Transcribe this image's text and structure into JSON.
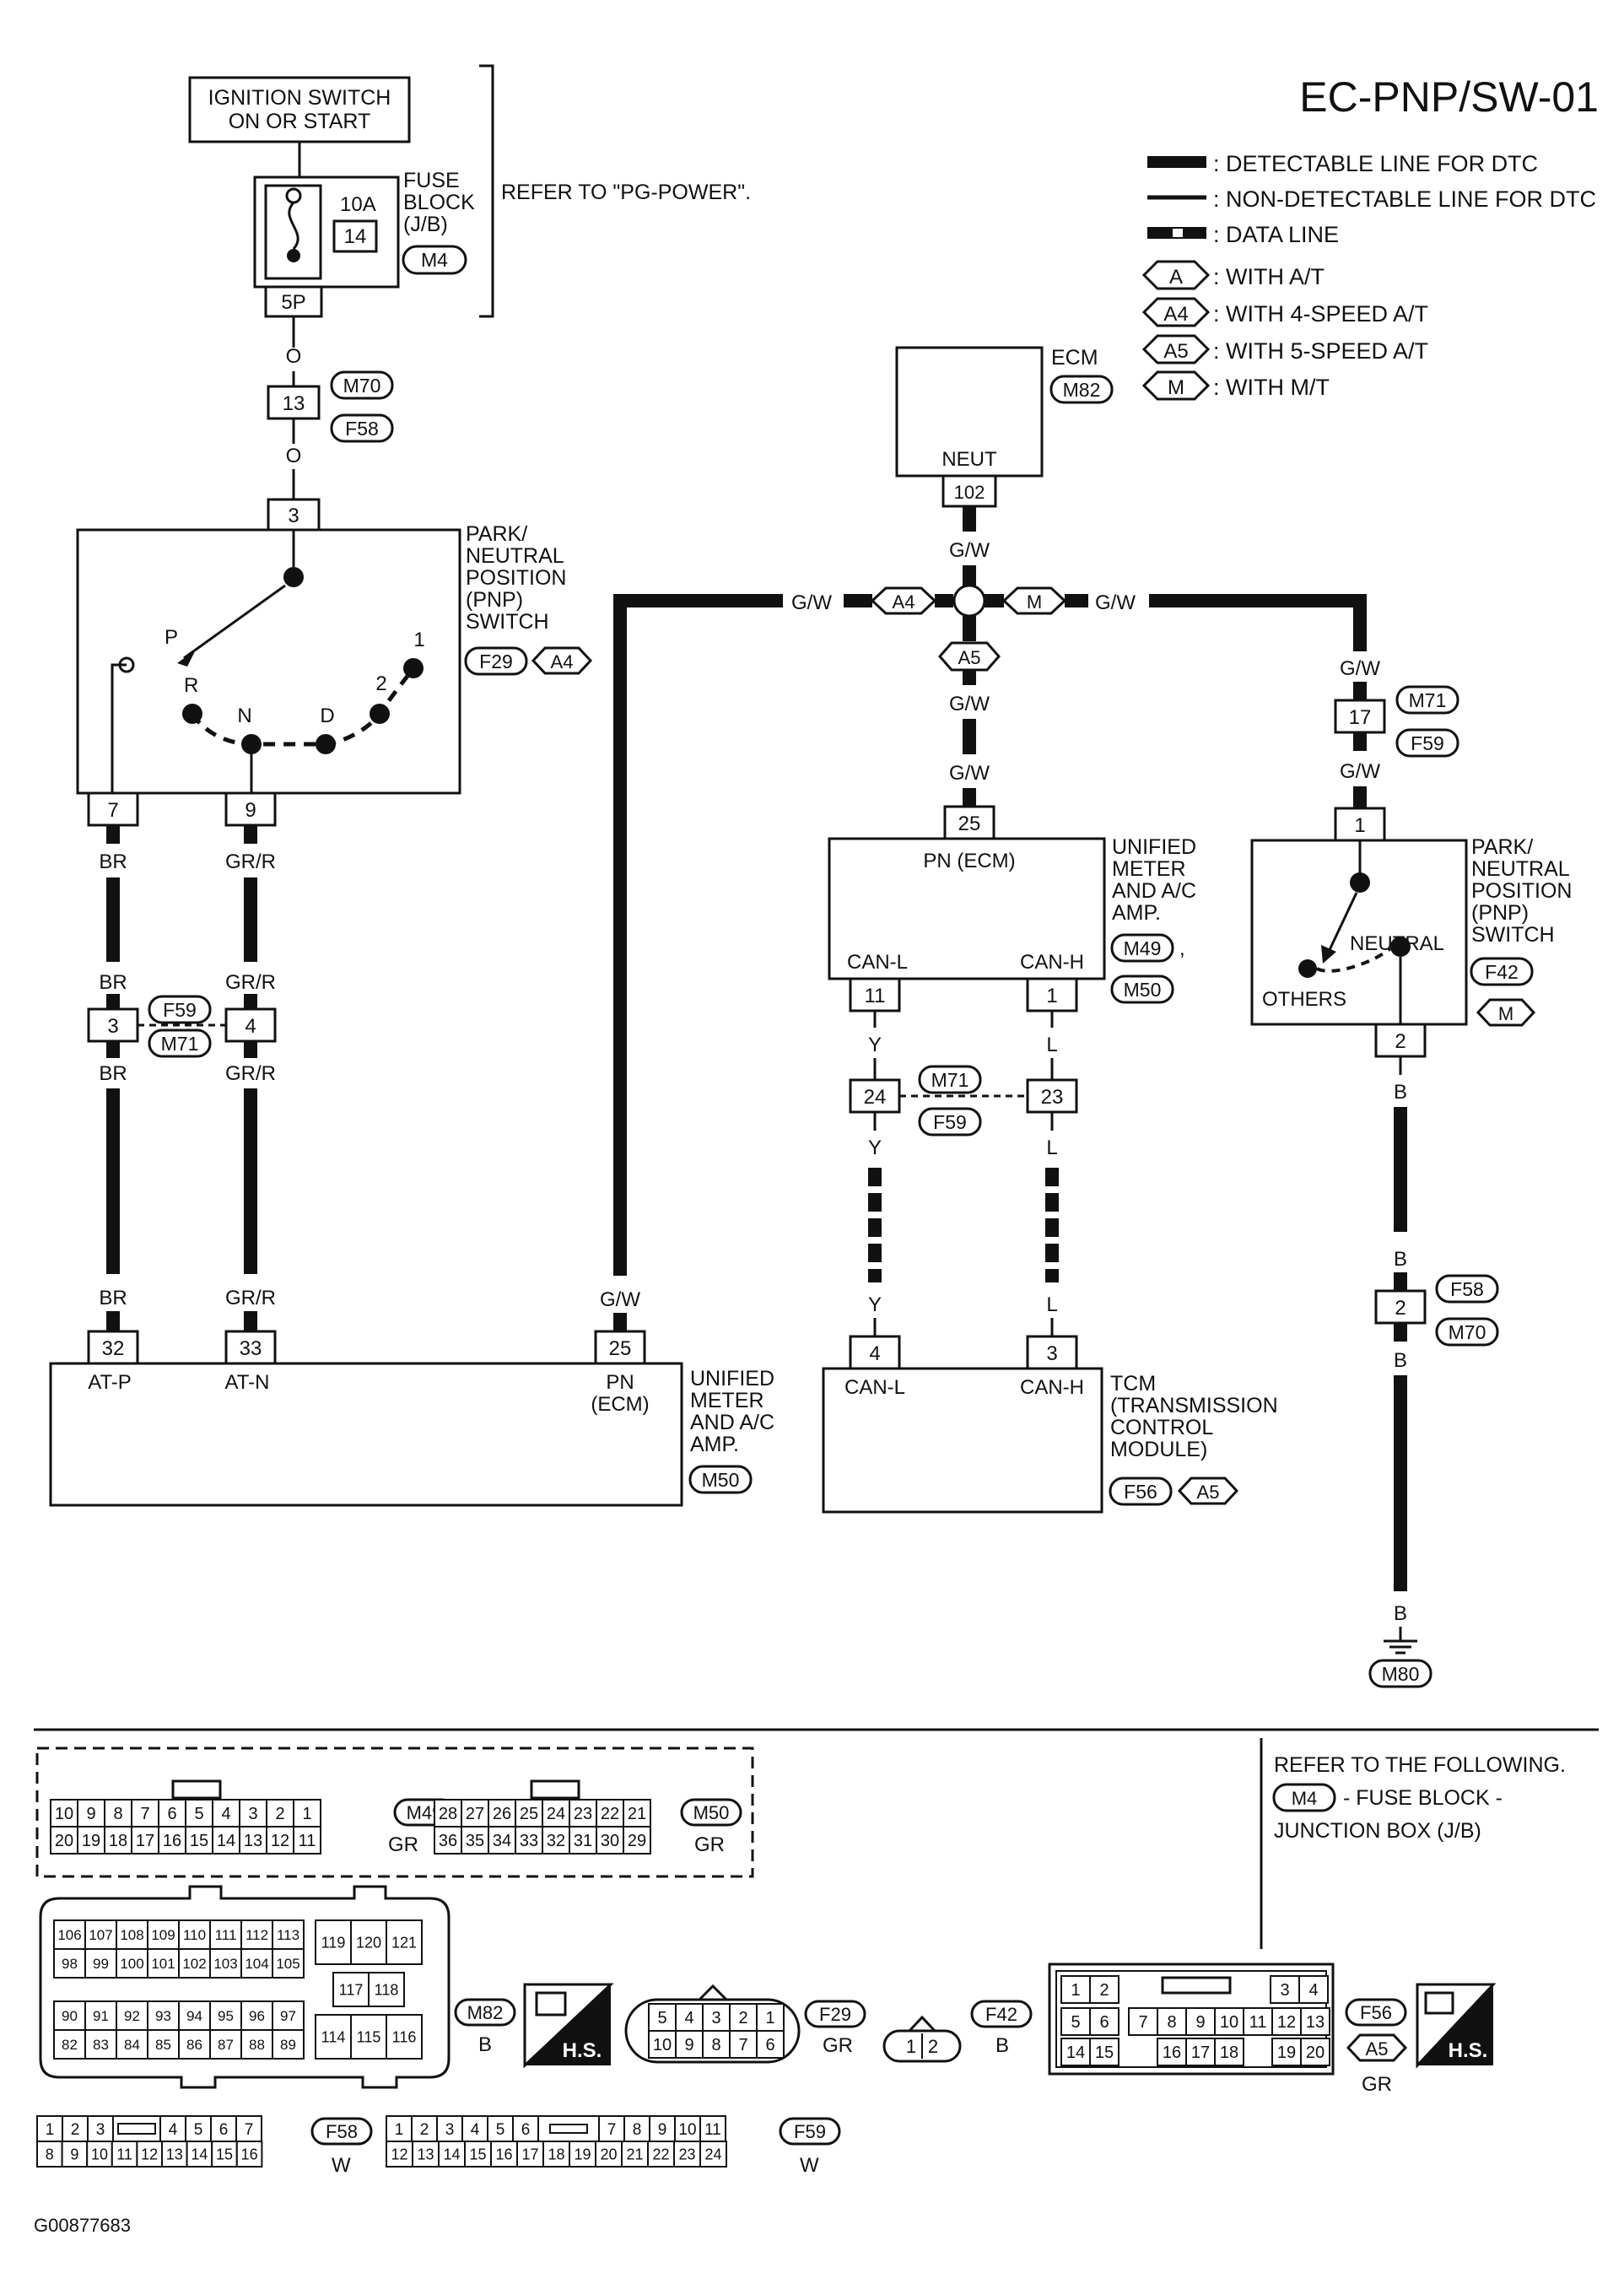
{
  "diagram_code": "EC-PNP/SW-01",
  "legend": {
    "detectable": ": DETECTABLE LINE FOR DTC",
    "non_detectable": ": NON-DETECTABLE LINE FOR DTC",
    "data_line": ": DATA LINE",
    "with_at": ": WITH A/T",
    "with_4at": ": WITH 4-SPEED A/T",
    "with_5at": ": WITH 5-SPEED A/T",
    "with_mt": ": WITH M/T"
  },
  "option_codes": {
    "a": "A",
    "a4": "A4",
    "a5": "A5",
    "m": "M"
  },
  "ign": {
    "line1": "IGNITION SWITCH",
    "line2": "ON OR START"
  },
  "fuse": {
    "title1": "FUSE",
    "title2": "BLOCK",
    "title3": "(J/B)",
    "rating": "10A",
    "number": "14",
    "conn": "M4",
    "terminal": "5P",
    "refer": "REFER TO \"PG-POWER\"."
  },
  "wires": {
    "o": "O",
    "gw": "G/W",
    "br": "BR",
    "grr": "GR/R",
    "y": "Y",
    "l": "L",
    "b": "B"
  },
  "conns": {
    "m70": "M70",
    "f58": "F58",
    "m71": "M71",
    "f59": "F59",
    "f29": "F29",
    "f42": "F42",
    "m49": "M49",
    "m50": "M50",
    "m82": "M82",
    "f56": "F56",
    "m80": "M80",
    "m4": "M4"
  },
  "terms": {
    "t13": "13",
    "t3": "3",
    "t7": "7",
    "t9": "9",
    "t4": "4",
    "t32": "32",
    "t33": "33",
    "t25": "25",
    "t102": "102",
    "t17": "17",
    "t1": "1",
    "t11": "11",
    "t24": "24",
    "t23": "23",
    "t2": "2"
  },
  "pnp_switch_at": {
    "l1": "PARK/",
    "l2": "NEUTRAL",
    "l3": "POSITION",
    "l4": "(PNP)",
    "l5": "SWITCH",
    "pos_p": "P",
    "pos_r": "R",
    "pos_n": "N",
    "pos_d": "D",
    "pos_2": "2",
    "pos_1": "1"
  },
  "pnp_switch_mt": {
    "l1": "PARK/",
    "l2": "NEUTRAL",
    "l3": "POSITION",
    "l4": "(PNP)",
    "l5": "SWITCH",
    "neutral": "NEUTRAL",
    "others": "OTHERS"
  },
  "ecm": {
    "name": "ECM",
    "pin": "NEUT"
  },
  "meter_upper": {
    "l1": "UNIFIED",
    "l2": "METER",
    "l3": "AND A/C",
    "l4": "AMP.",
    "pn": "PN (ECM)",
    "canl": "CAN-L",
    "canh": "CAN-H",
    "comma": ","
  },
  "meter_lower": {
    "l1": "UNIFIED",
    "l2": "METER",
    "l3": "AND A/C",
    "l4": "AMP.",
    "atp": "AT-P",
    "atn": "AT-N",
    "pn1": "PN",
    "pn2": "(ECM)"
  },
  "tcm": {
    "l1": "TCM",
    "l2": "(TRANSMISSION",
    "l3": "CONTROL",
    "l4": "MODULE)",
    "canl": "CAN-L",
    "canh": "CAN-H"
  },
  "refer_box": {
    "l1": "REFER TO THE FOLLOWING.",
    "l2": "- FUSE BLOCK -",
    "l3": "JUNCTION BOX (J/B)"
  },
  "colors": {
    "gr": "GR",
    "b": "B",
    "w": "W"
  },
  "hs": "H.S.",
  "m49_rows": [
    [
      "10",
      "9",
      "8",
      "7",
      "6",
      "5",
      "4",
      "3",
      "2",
      "1"
    ],
    [
      "20",
      "19",
      "18",
      "17",
      "16",
      "15",
      "14",
      "13",
      "12",
      "11"
    ]
  ],
  "m50_rows": [
    [
      "28",
      "27",
      "26",
      "25",
      "24",
      "23",
      "22",
      "21"
    ],
    [
      "36",
      "35",
      "34",
      "33",
      "32",
      "31",
      "30",
      "29"
    ]
  ],
  "m82_rows": [
    [
      "106",
      "107",
      "108",
      "109",
      "110",
      "111",
      "112",
      "113"
    ],
    [
      "98",
      "99",
      "100",
      "101",
      "102",
      "103",
      "104",
      "105"
    ],
    [
      "90",
      "91",
      "92",
      "93",
      "94",
      "95",
      "96",
      "97"
    ],
    [
      "82",
      "83",
      "84",
      "85",
      "86",
      "87",
      "88",
      "89"
    ]
  ],
  "m82_right": {
    "r1": [
      "119",
      "120",
      "121"
    ],
    "mid": [
      "117",
      "118"
    ],
    "r3": [
      "114",
      "115",
      "116"
    ]
  },
  "f29_rows": [
    [
      "5",
      "4",
      "3",
      "2",
      "1"
    ],
    [
      "10",
      "9",
      "8",
      "7",
      "6"
    ]
  ],
  "f42_pins": [
    "1",
    "2"
  ],
  "f56_top": [
    "1",
    "2",
    "3",
    "4"
  ],
  "f56_mid": [
    "5",
    "6",
    "7",
    "8",
    "9",
    "10",
    "11",
    "12",
    "13"
  ],
  "f56_bot": [
    "14",
    "15",
    "16",
    "17",
    "18",
    "19",
    "20"
  ],
  "f58_rows": [
    [
      "1",
      "2",
      "3",
      "4",
      "5",
      "6",
      "7"
    ],
    [
      "8",
      "9",
      "10",
      "11",
      "12",
      "13",
      "14",
      "15",
      "16"
    ]
  ],
  "f59_rows": [
    [
      "1",
      "2",
      "3",
      "4",
      "5",
      "6",
      "7",
      "8",
      "9",
      "10",
      "11"
    ],
    [
      "12",
      "13",
      "14",
      "15",
      "16",
      "17",
      "18",
      "19",
      "20",
      "21",
      "22",
      "23",
      "24"
    ]
  ],
  "figure_code": "G00877683"
}
